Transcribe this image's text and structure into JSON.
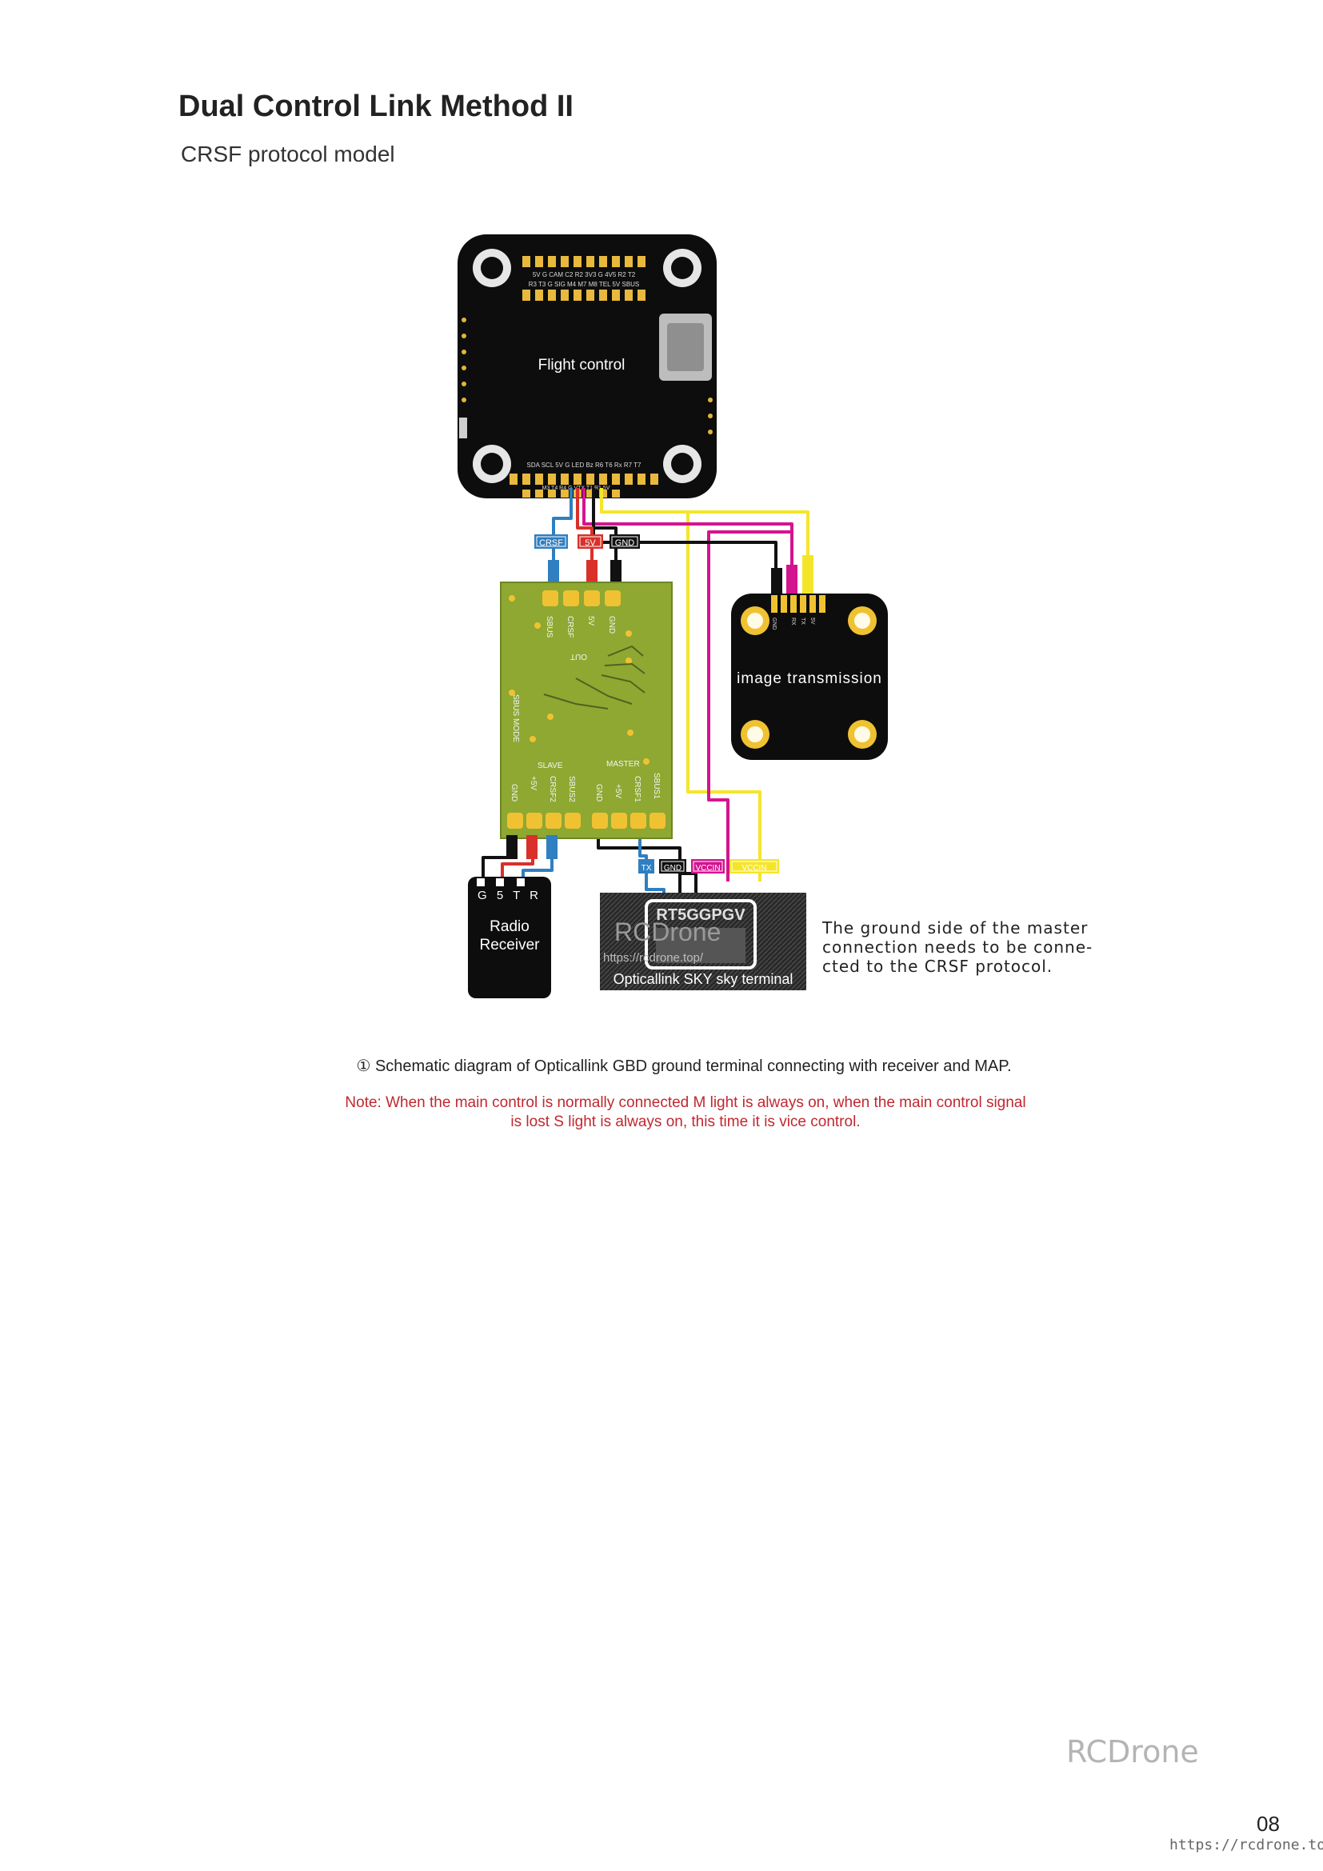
{
  "page": {
    "title": "Dual Control Link Method II",
    "subtitle": "CRSF protocol model",
    "page_number": "08",
    "site_url": "https://rcdrone.top/",
    "watermark": "RCDrone"
  },
  "diagram": {
    "flight_control": {
      "label": "Flight control",
      "pin_row_top_1": "5V G CAM C2 R2 3V3 G 4V5 R2 T2",
      "pin_row_top_2": "R3 T3 G SIG M4 M7 M8 TEL 5V SBUS",
      "pin_row_bottom_1": "SDA SCL 5V G LED Bz R6 T6 Rx R7 T7",
      "pin_row_bottom_2": "M3 T4 R4 G VTX T1 R1 5V"
    },
    "wire_tags": {
      "crsf": "CRSF",
      "v5": "5V",
      "gnd": "GND"
    },
    "dual_board": {
      "pins_top": [
        "SBUS",
        "CRSF",
        "5V",
        "GND"
      ],
      "out_label": "OUT",
      "mode_label": "SBUS MODE",
      "slave_label": "SLAVE",
      "master_label": "MASTER",
      "pins_bottom": [
        "GND",
        "+5V",
        "CRSF2",
        "SBUS2",
        "GND",
        "+5V",
        "CRSF1",
        "SBUS1"
      ]
    },
    "image_transmission": {
      "label": "image transmission",
      "pins": [
        "GND",
        "RX",
        "TX",
        "5V"
      ]
    },
    "radio_receiver": {
      "label_line1": "Radio",
      "label_line2": "Receiver",
      "pins": "G 5 T R"
    },
    "sky_terminal": {
      "label": "Opticallink SKY sky terminal",
      "model": "RT5GGPGV",
      "brand": "RCDrone",
      "url": "https://rcdrone.top/",
      "tags": [
        "TX",
        "GND",
        "VCCIN",
        "VCCIN"
      ]
    },
    "side_note": [
      "The ground side of the master",
      "connection needs to be conne-",
      "cted to the CRSF protocol."
    ]
  },
  "caption": "① Schematic diagram of Opticallink GBD ground terminal  connecting with receiver and MAP.",
  "note": [
    "Note: When the main control is normally connected M light is always on, when the main control signal",
    "is lost S light is always on, this time it is vice control."
  ],
  "colors": {
    "wire_blue": "#2f7fc1",
    "wire_red": "#d9302a",
    "wire_black": "#111111",
    "wire_magenta": "#d4148f",
    "wire_yellow": "#f5e52a",
    "pcb_green": "#8ea832",
    "note_red": "#c0282f"
  }
}
